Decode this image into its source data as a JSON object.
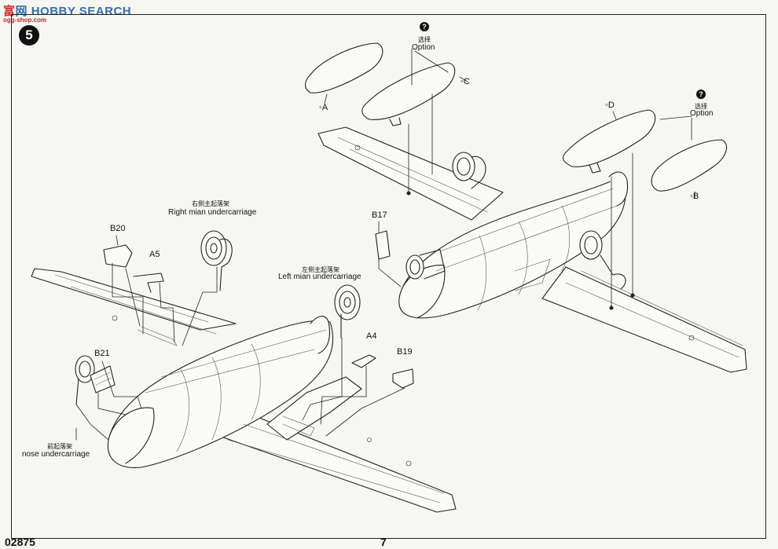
{
  "watermark": {
    "brand_cn": "富",
    "brand_sep": "网",
    "brand_en": "HOBBY SEARCH",
    "url": "ogg-shop.com"
  },
  "step_number": "5",
  "labels": {
    "option_top_cn": "选择",
    "option_top_en": "Option",
    "option_right_cn": "选择",
    "option_right_en": "Option",
    "right_main_cn": "右侧主起落架",
    "right_main_en": "Right mian undercarriage",
    "left_main_cn": "左侧主起落架",
    "left_main_en": "Left mian undercarriage",
    "nose_cn": "前起落架",
    "nose_en": "nose undercarriage"
  },
  "parts": {
    "A": "A",
    "B": "B",
    "C": "C",
    "D": "D",
    "B17": "B17",
    "B19": "B19",
    "B20": "B20",
    "B21": "B21",
    "A4": "A4",
    "A5": "A5"
  },
  "option_marker": "?",
  "footer": {
    "code": "02875",
    "page": "7"
  }
}
